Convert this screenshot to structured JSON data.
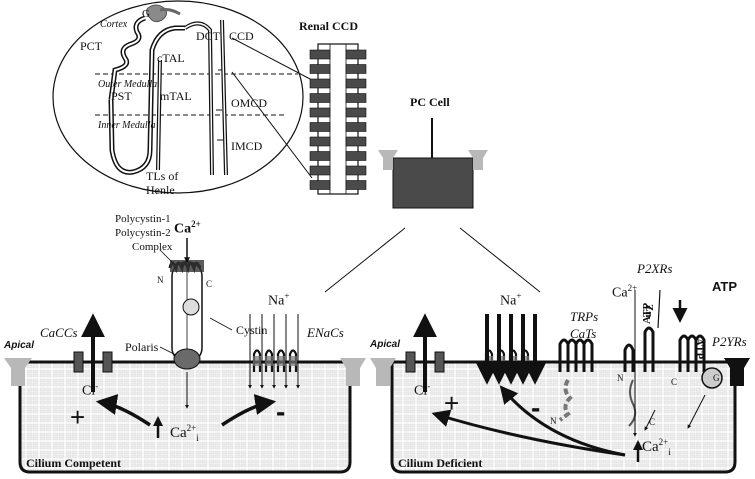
{
  "nephron": {
    "g": "G",
    "cortex": "Cortex",
    "pct": "PCT",
    "dct": "DCT",
    "ccd": "CCD",
    "ctal": "cTAL",
    "outer_medulla": "Outer Medulla",
    "pst": "PST",
    "mtal": "mTAL",
    "omcd": "OMCD",
    "inner_medulla": "Inner Medulla",
    "imcd": "IMCD",
    "tl_line1": "TLs of",
    "tl_line2": "Henle"
  },
  "top": {
    "renal_ccd": "Renal CCD",
    "pc_cell": "PC Cell"
  },
  "competent": {
    "polycystin1": "Polycystin-1",
    "polycystin2": "Polycystin-2",
    "complex": "Complex",
    "ca_top": "Ca",
    "ca_top_sup": "2+",
    "n": "N",
    "c": "C",
    "cystin": "Cystin",
    "polaris": "Polaris",
    "cacc": "CaCCs",
    "apical": "Apical",
    "na": "Na",
    "na_sup": "+",
    "enac": "ENaCs",
    "cl": "Cl",
    "cl_sup": "-",
    "plus": "+",
    "minus": "-",
    "ca_i": "Ca",
    "ca_i_sup": "2+",
    "ca_i_sub": "i",
    "title": "Cilium Competent"
  },
  "deficient": {
    "apical": "Apical",
    "na": "Na",
    "na_sup": "+",
    "cl": "Cl",
    "cl_sup": "-",
    "plus": "+",
    "minus": "-",
    "trps": "TRPs",
    "cats": "CaTs",
    "ca": "Ca",
    "ca_sup": "2+",
    "zn": "Zn",
    "atp1": "ATP",
    "atp2": "ATP",
    "p2xrs": "P2XRs",
    "atp_bold": "ATP",
    "p2yrs": "P2YRs",
    "n1": "N",
    "c1": "C",
    "n2": "N",
    "c2": "C",
    "n3": "N",
    "g": "G",
    "ca_i": "Ca",
    "ca_i_sup": "2+",
    "ca_i_sub": "i",
    "title": "Cilium Deficient"
  },
  "colors": {
    "ink": "#111111",
    "dark_fill": "#4a4a4a",
    "light_gray": "#b8b8b8",
    "tile": "#e8e8e8"
  }
}
